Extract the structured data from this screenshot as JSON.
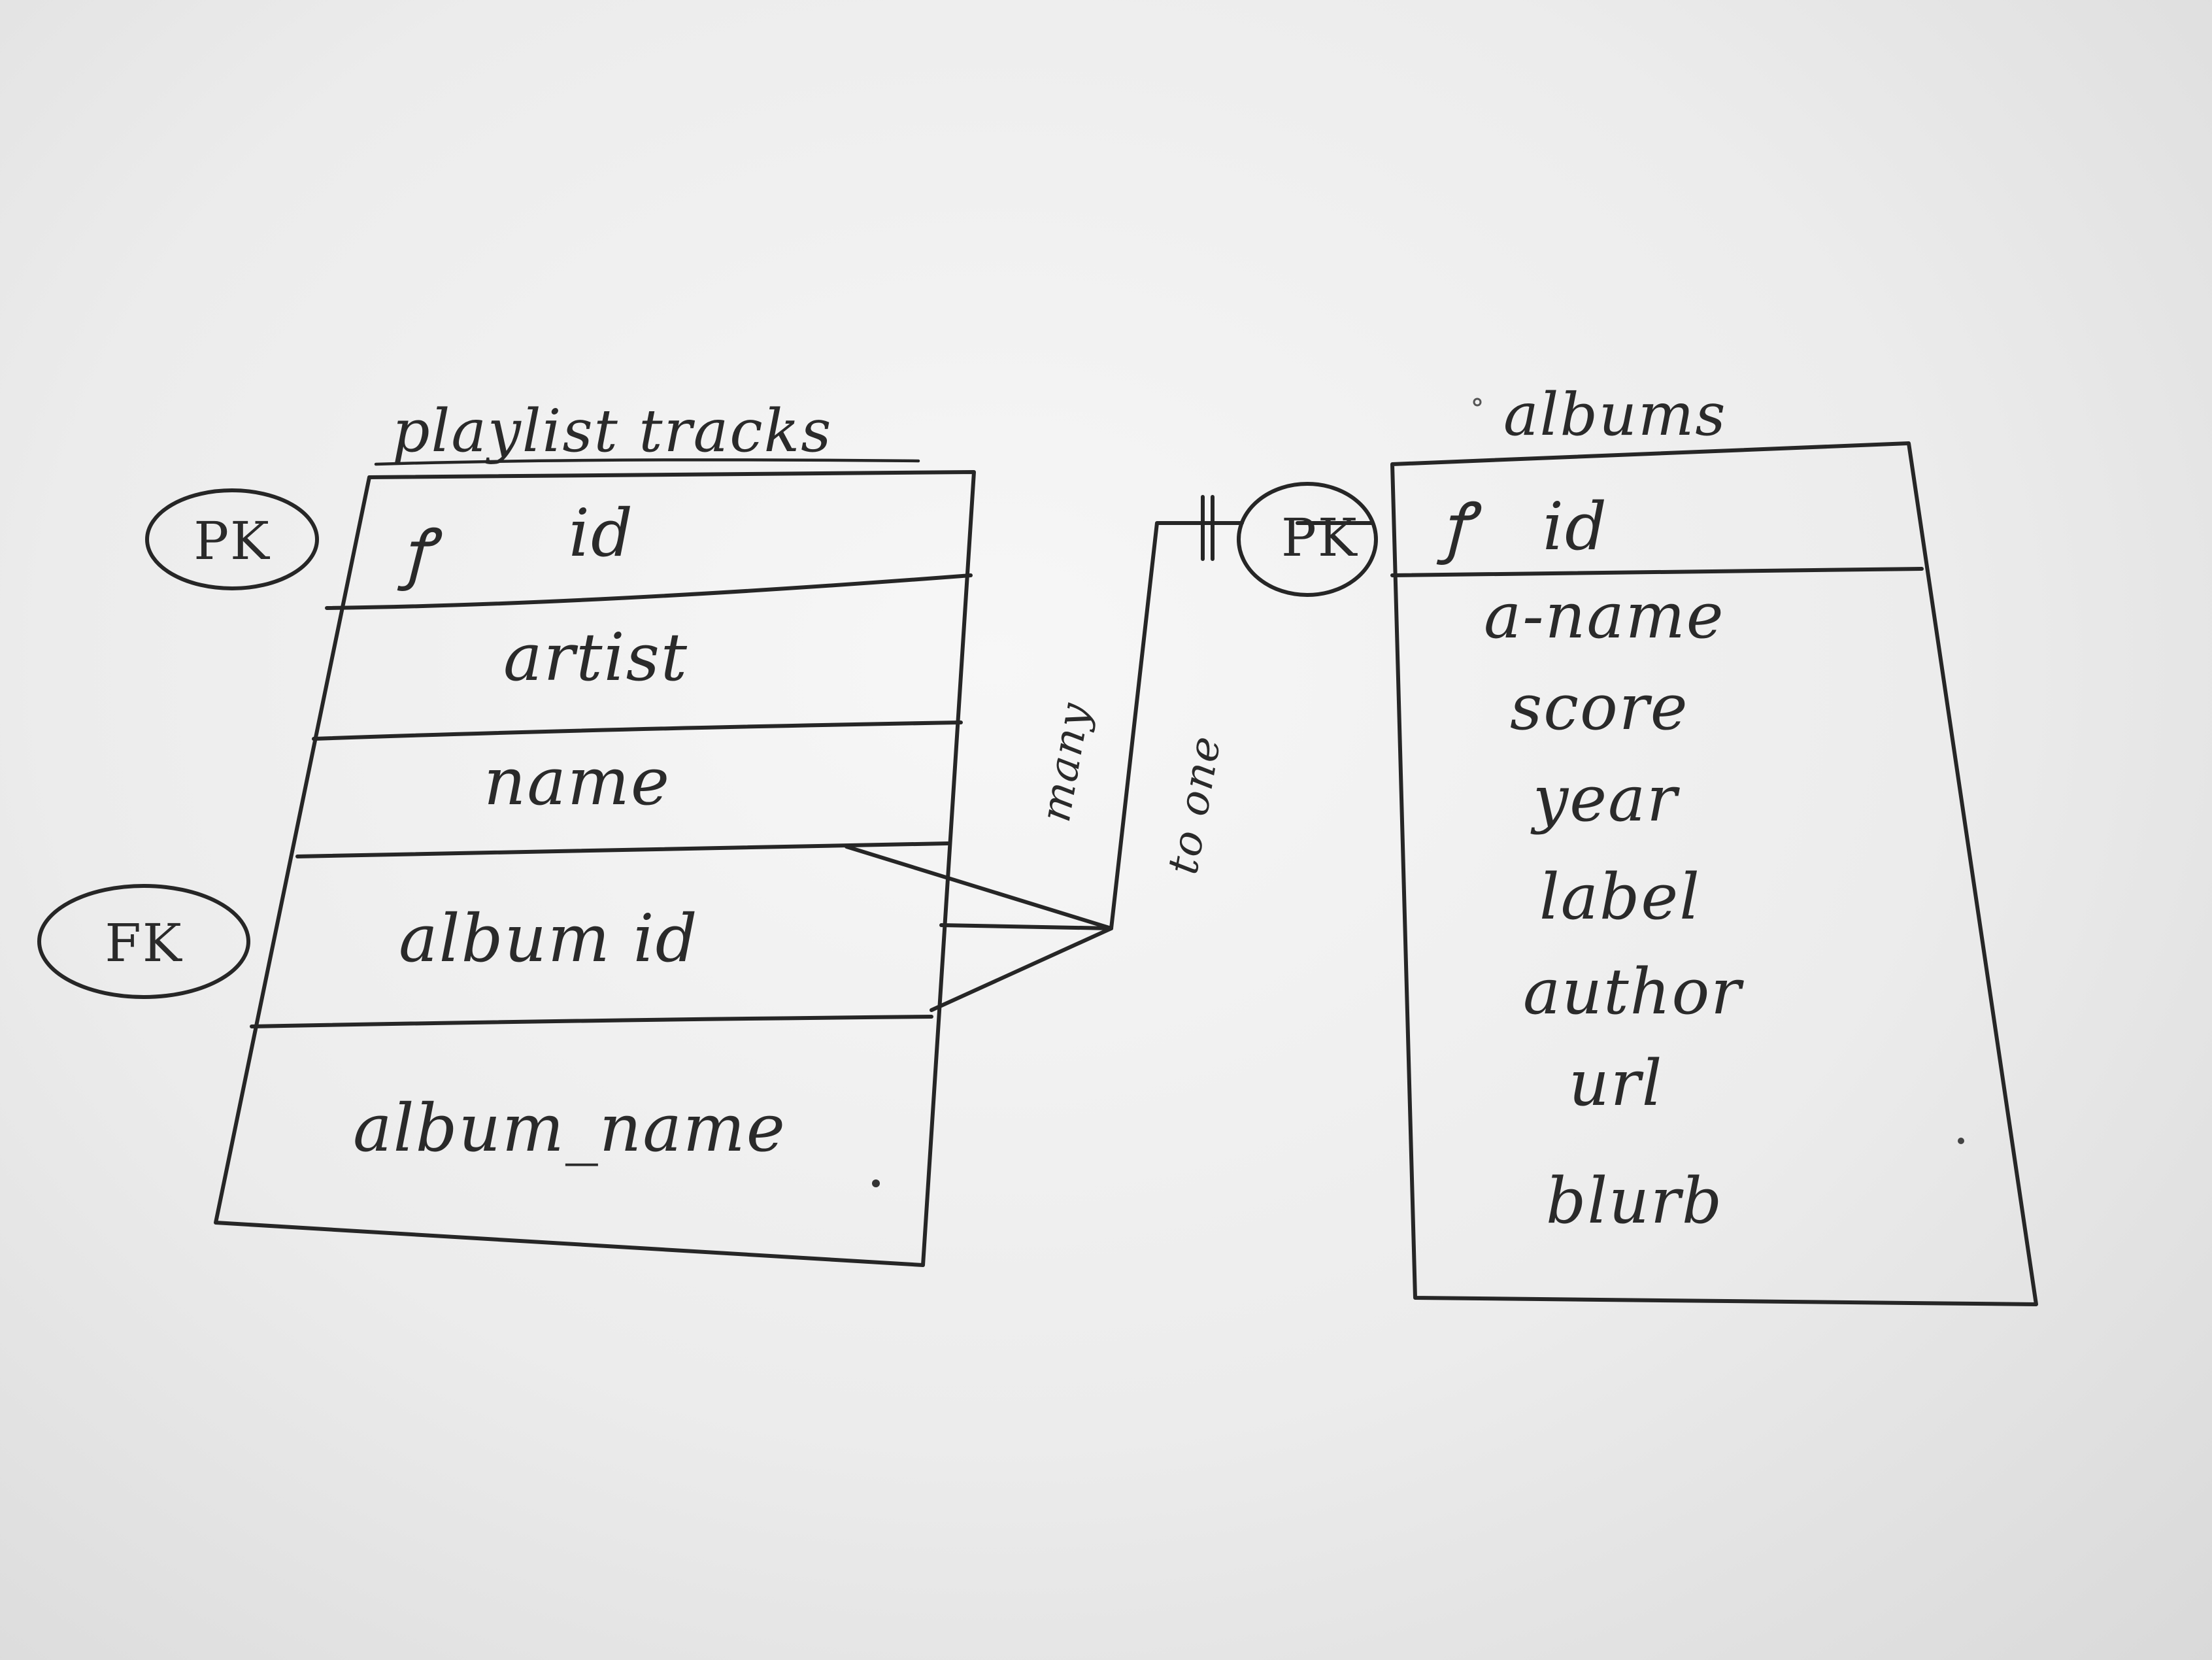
{
  "diagram": {
    "entities": [
      {
        "name": "playlist tracks",
        "key_mark": "ꝭ",
        "fields": [
          "id",
          "artist",
          "name",
          "album id",
          "album_name"
        ],
        "markers": [
          {
            "label": "PK",
            "field": "id"
          },
          {
            "label": "FK",
            "field": "album id"
          }
        ]
      },
      {
        "name": "albums",
        "key_mark": "ꝭ",
        "fields": [
          "id",
          "a-name",
          "score",
          "year",
          "label",
          "author",
          "url",
          "blurb"
        ],
        "markers": [
          {
            "label": "PK",
            "field": "id"
          }
        ]
      }
    ],
    "relationship": {
      "from": "playlist tracks.album id",
      "to": "albums.id",
      "label_1": "many",
      "label_2": "to one"
    }
  }
}
